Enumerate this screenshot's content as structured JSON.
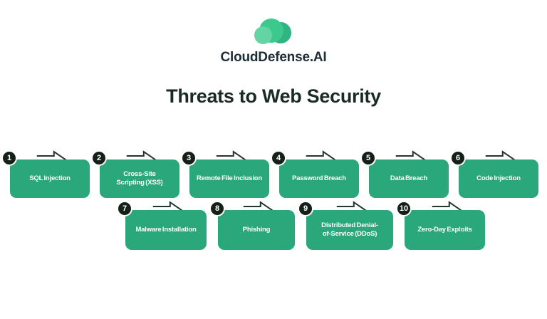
{
  "brand": {
    "name": "CloudDefense.AI",
    "logo": "cloud-logo"
  },
  "title": "Threats to Web Security",
  "colors": {
    "box_green": "#2aa87c",
    "badge_dark": "#152019",
    "brand_dark": "#1f2d38",
    "title_dark": "#1a2b24",
    "logo_main": "#3dc98e",
    "logo_dark": "#2fb580",
    "logo_light": "#63d4a3",
    "label_white": "#ffffff",
    "flag_stroke": "#24362e"
  },
  "threats": [
    {
      "number": "1",
      "label": "SQL Injection"
    },
    {
      "number": "2",
      "label": "Cross-Site\nScripting (XSS)"
    },
    {
      "number": "3",
      "label": "Remote File Inclusion"
    },
    {
      "number": "4",
      "label": "Password Breach"
    },
    {
      "number": "5",
      "label": "Data Breach"
    },
    {
      "number": "6",
      "label": "Code Injection"
    },
    {
      "number": "7",
      "label": "Malware Installation"
    },
    {
      "number": "8",
      "label": "Phishing"
    },
    {
      "number": "9",
      "label": "Distributed Denial-\nof-Service (DDoS)"
    },
    {
      "number": "10",
      "label": "Zero-Day Exploits"
    }
  ],
  "rows": [
    [
      0,
      1,
      2,
      3,
      4,
      5
    ],
    [
      6,
      7,
      8,
      9
    ]
  ]
}
